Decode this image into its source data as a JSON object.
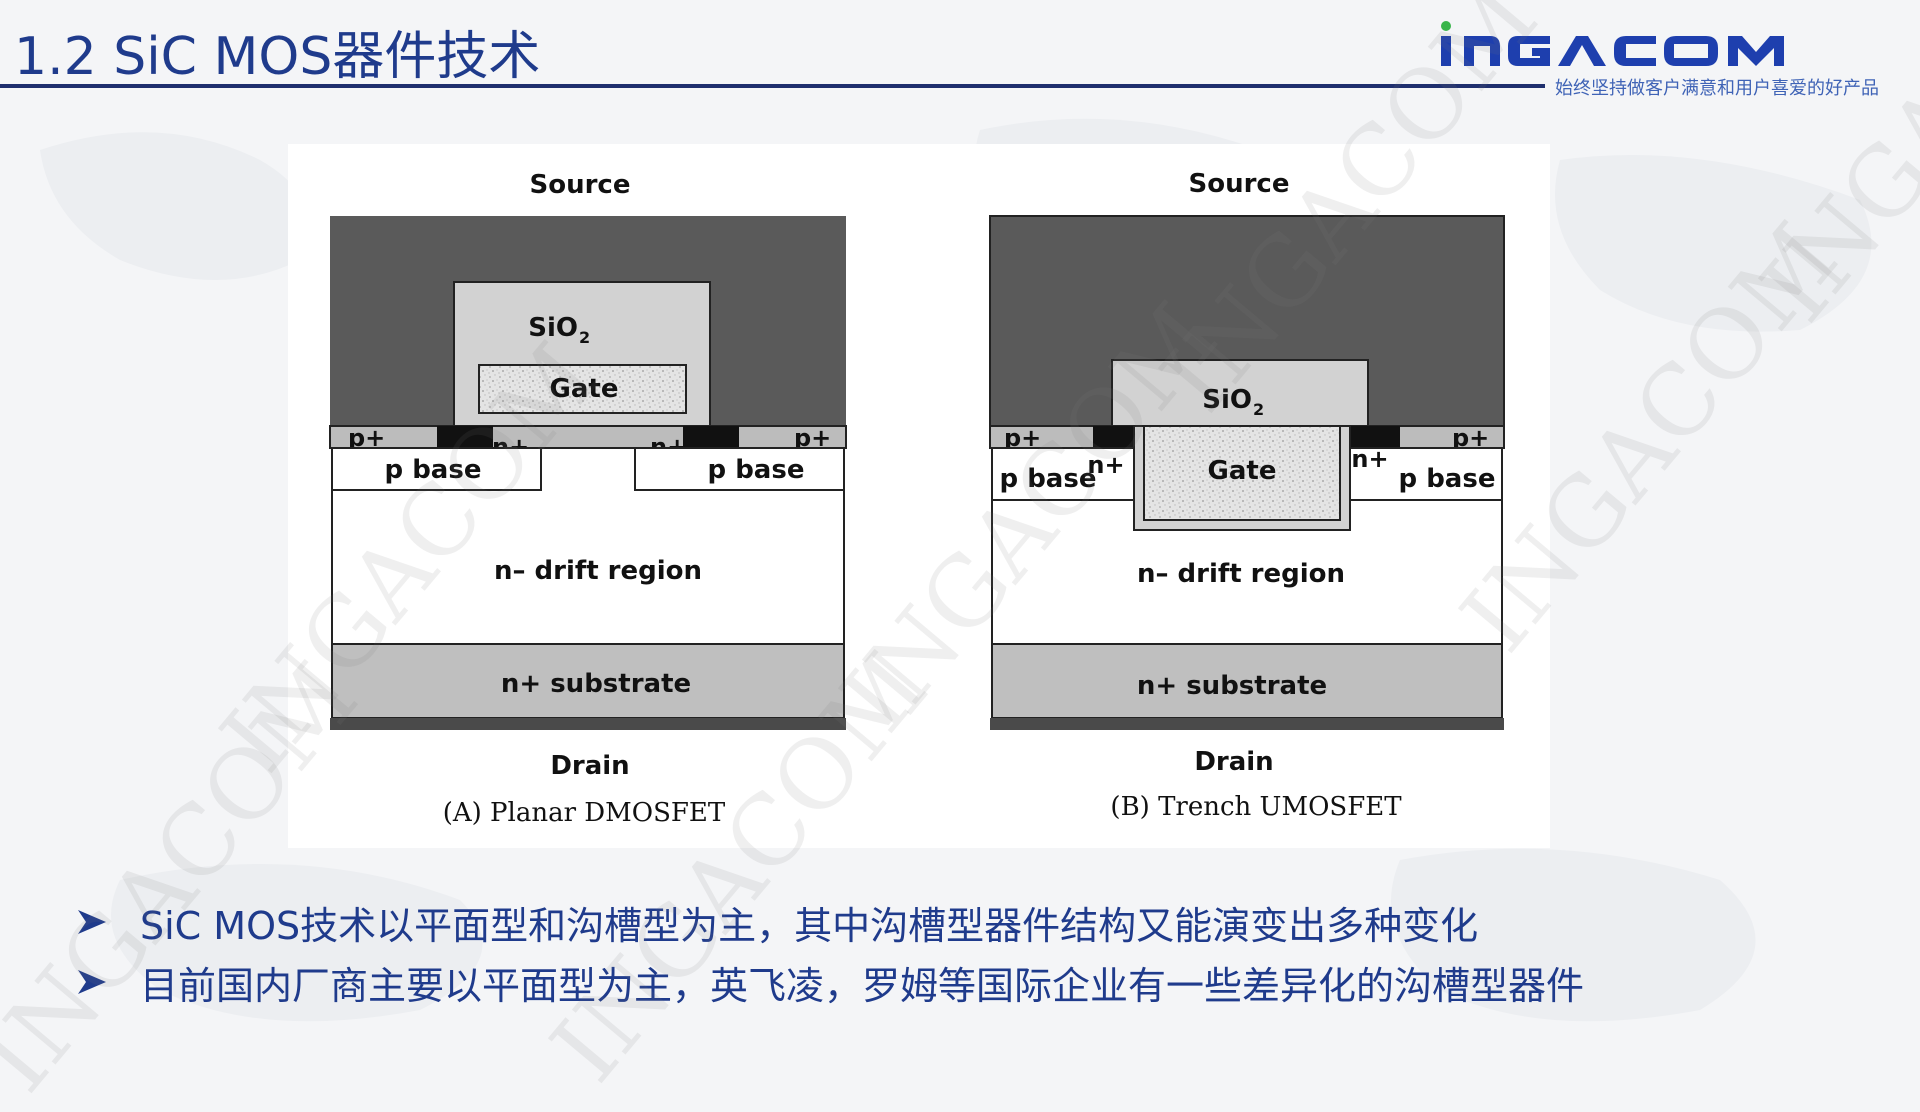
{
  "header": {
    "title": "1.2 SiC MOS器件技术",
    "logo_text": "INGACOM",
    "slogan": "始终坚持做客户满意和用户喜爱的好产品"
  },
  "colors": {
    "title_blue": "#1f3b8c",
    "rule": "#1f2f6e",
    "logo_blue": "#1e3fae",
    "logo_green": "#39b54a",
    "metal_dark": "#5a5a5a",
    "oxide": "#d2d2d2",
    "substrate": "#bfbfbf"
  },
  "figure": {
    "planar": {
      "source": "Source",
      "oxide_label": "SiO",
      "oxide_sub": "2",
      "gate": "Gate",
      "p_plus_left": "p+",
      "n_plus_left": "n+",
      "n_plus_right": "n+",
      "p_plus_right": "p+",
      "p_base_left": "p base",
      "p_base_right": "p base",
      "drift": "n– drift region",
      "substrate": "n+ substrate",
      "drain": "Drain",
      "caption": "(A) Planar DMOSFET"
    },
    "trench": {
      "source": "Source",
      "oxide_label": "SiO",
      "oxide_sub": "2",
      "gate": "Gate",
      "p_plus_left": "p+",
      "n_plus_left": "n+",
      "n_plus_right": "n+",
      "p_plus_right": "p+",
      "p_base_left": "p base",
      "p_base_right": "p base",
      "drift": "n– drift region",
      "substrate": "n+ substrate",
      "drain": "Drain",
      "caption": "(B) Trench UMOSFET"
    }
  },
  "bullets": [
    {
      "text": "SiC MOS技术以平面型和沟槽型为主，其中沟槽型器件结构又能演变出多种变化"
    },
    {
      "text": "目前国内厂商主要以平面型为主，英飞凌，罗姆等国际企业有一些差异化的沟槽型器件"
    }
  ],
  "watermark": "INGACOM"
}
